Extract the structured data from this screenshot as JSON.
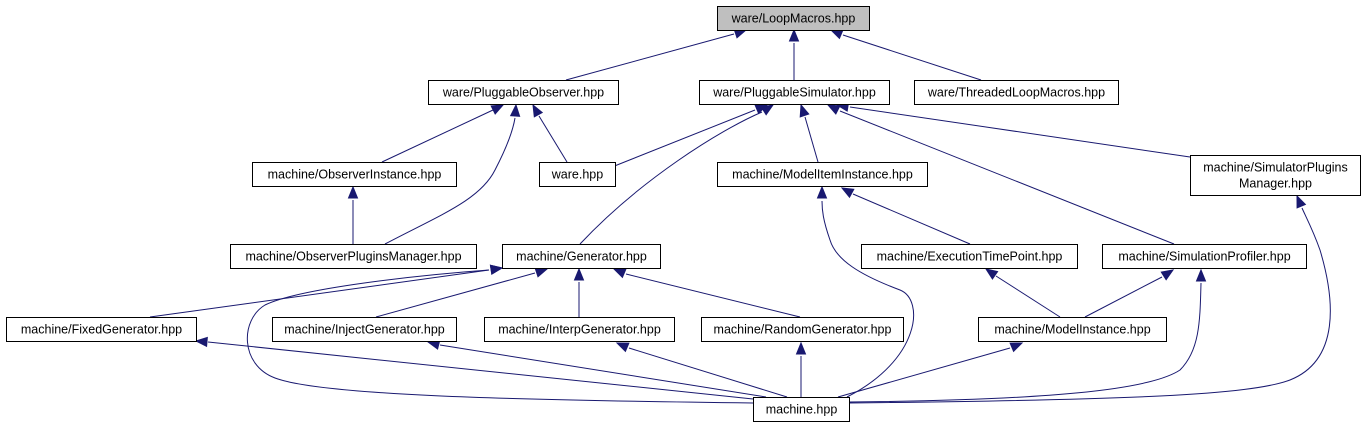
{
  "graph": {
    "title": "",
    "colors": {
      "edge": "#191970",
      "root_fill": "#bfbfbf",
      "node_fill": "#ffffff",
      "node_border": "#000000"
    },
    "nodes": [
      {
        "id": "loopmacros",
        "lines": [
          "ware/LoopMacros.hpp"
        ],
        "root": true
      },
      {
        "id": "pluggableobserver",
        "lines": [
          "ware/PluggableObserver.hpp"
        ]
      },
      {
        "id": "pluggablesimulator",
        "lines": [
          "ware/PluggableSimulator.hpp"
        ]
      },
      {
        "id": "threadedloopmacros",
        "lines": [
          "ware/ThreadedLoopMacros.hpp"
        ]
      },
      {
        "id": "observerinstance",
        "lines": [
          "machine/ObserverInstance.hpp"
        ]
      },
      {
        "id": "warehpp",
        "lines": [
          "ware.hpp"
        ]
      },
      {
        "id": "modeliteminstance",
        "lines": [
          "machine/ModelItemInstance.hpp"
        ]
      },
      {
        "id": "simulatorpluginsmanager",
        "lines": [
          "machine/SimulatorPlugins",
          "Manager.hpp"
        ]
      },
      {
        "id": "observerpluginsmanager",
        "lines": [
          "machine/ObserverPluginsManager.hpp"
        ]
      },
      {
        "id": "generator",
        "lines": [
          "machine/Generator.hpp"
        ]
      },
      {
        "id": "executiontimepoint",
        "lines": [
          "machine/ExecutionTimePoint.hpp"
        ]
      },
      {
        "id": "simulationprofiler",
        "lines": [
          "machine/SimulationProfiler.hpp"
        ]
      },
      {
        "id": "fixedgenerator",
        "lines": [
          "machine/FixedGenerator.hpp"
        ]
      },
      {
        "id": "injectgenerator",
        "lines": [
          "machine/InjectGenerator.hpp"
        ]
      },
      {
        "id": "interpgenerator",
        "lines": [
          "machine/InterpGenerator.hpp"
        ]
      },
      {
        "id": "randomgenerator",
        "lines": [
          "machine/RandomGenerator.hpp"
        ]
      },
      {
        "id": "modelinstance",
        "lines": [
          "machine/ModelInstance.hpp"
        ]
      },
      {
        "id": "machinehpp",
        "lines": [
          "machine.hpp"
        ]
      }
    ],
    "edges": [
      {
        "from": "pluggableobserver",
        "to": "loopmacros"
      },
      {
        "from": "pluggablesimulator",
        "to": "loopmacros"
      },
      {
        "from": "threadedloopmacros",
        "to": "loopmacros"
      },
      {
        "from": "observerinstance",
        "to": "pluggableobserver"
      },
      {
        "from": "warehpp",
        "to": "pluggableobserver"
      },
      {
        "from": "observerpluginsmanager",
        "to": "pluggableobserver"
      },
      {
        "from": "warehpp",
        "to": "pluggablesimulator"
      },
      {
        "from": "modeliteminstance",
        "to": "pluggablesimulator"
      },
      {
        "from": "simulatorpluginsmanager",
        "to": "pluggablesimulator"
      },
      {
        "from": "generator",
        "to": "pluggablesimulator"
      },
      {
        "from": "simulationprofiler",
        "to": "pluggablesimulator"
      },
      {
        "from": "observerpluginsmanager",
        "to": "observerinstance"
      },
      {
        "from": "executiontimepoint",
        "to": "modeliteminstance"
      },
      {
        "from": "machinehpp",
        "to": "modeliteminstance"
      },
      {
        "from": "machinehpp",
        "to": "simulatorpluginsmanager"
      },
      {
        "from": "fixedgenerator",
        "to": "generator"
      },
      {
        "from": "injectgenerator",
        "to": "generator"
      },
      {
        "from": "interpgenerator",
        "to": "generator"
      },
      {
        "from": "randomgenerator",
        "to": "generator"
      },
      {
        "from": "machinehpp",
        "to": "generator"
      },
      {
        "from": "modelinstance",
        "to": "executiontimepoint"
      },
      {
        "from": "modelinstance",
        "to": "simulationprofiler"
      },
      {
        "from": "machinehpp",
        "to": "simulationprofiler"
      },
      {
        "from": "machinehpp",
        "to": "fixedgenerator"
      },
      {
        "from": "machinehpp",
        "to": "injectgenerator"
      },
      {
        "from": "machinehpp",
        "to": "interpgenerator"
      },
      {
        "from": "machinehpp",
        "to": "randomgenerator"
      },
      {
        "from": "machinehpp",
        "to": "modelinstance"
      }
    ]
  }
}
